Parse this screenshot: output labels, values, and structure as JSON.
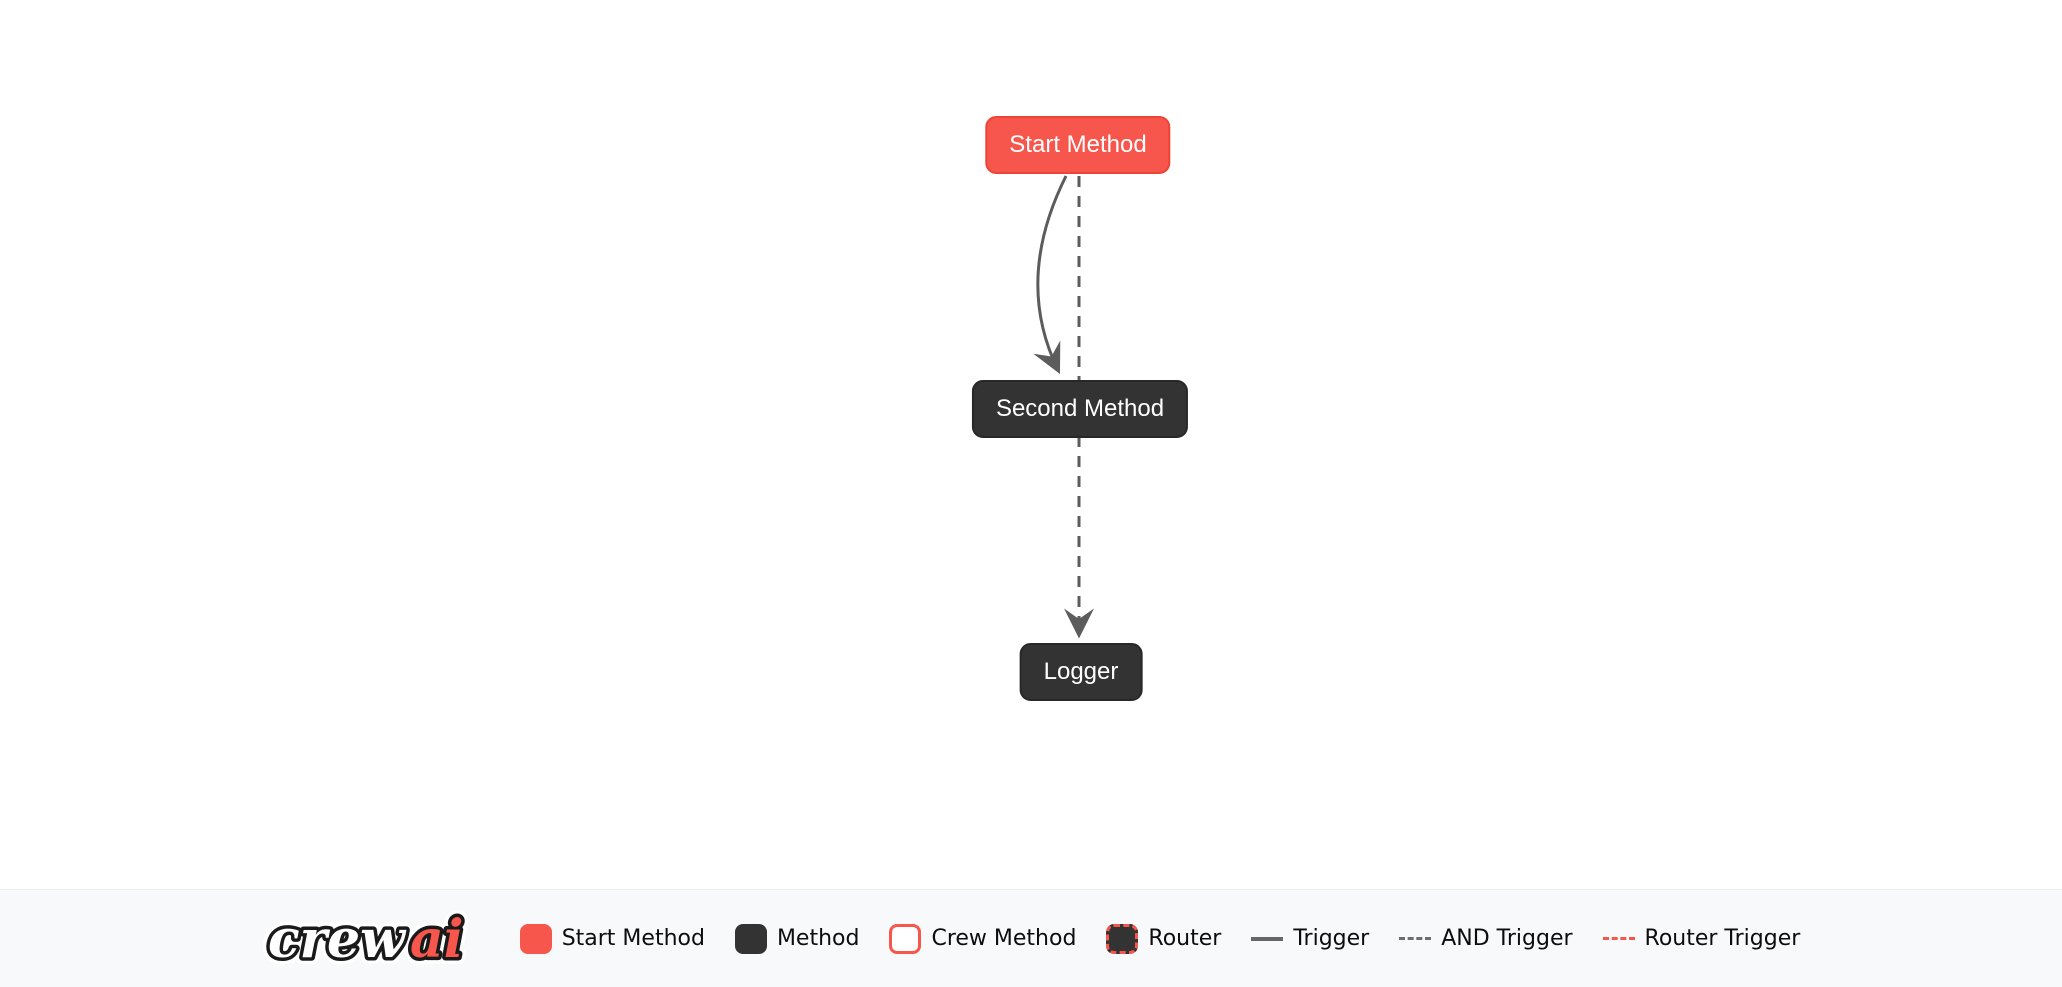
{
  "canvas": {
    "nodes": [
      {
        "id": "start",
        "label": "Start Method",
        "type": "start-method"
      },
      {
        "id": "second",
        "label": "Second Method",
        "type": "method"
      },
      {
        "id": "logger",
        "label": "Logger",
        "type": "method"
      }
    ],
    "edges": [
      {
        "from": "start",
        "to": "second",
        "type": "trigger",
        "style": "solid-curved"
      },
      {
        "from": "start",
        "to": "logger",
        "type": "and-trigger",
        "style": "dashed-straight"
      }
    ]
  },
  "footer": {
    "logo": {
      "part1": "crew",
      "part2": "ai"
    },
    "legend": [
      {
        "label": "Start Method",
        "swatch": "start-method-box"
      },
      {
        "label": "Method",
        "swatch": "method-box"
      },
      {
        "label": "Crew Method",
        "swatch": "crew-method-box"
      },
      {
        "label": "Router",
        "swatch": "router-box"
      },
      {
        "label": "Trigger",
        "swatch": "trigger-solid-line"
      },
      {
        "label": "AND Trigger",
        "swatch": "and-trigger-dashed-line"
      },
      {
        "label": "Router Trigger",
        "swatch": "router-trigger-dashed-line"
      }
    ]
  },
  "colors": {
    "start_method": "#f7564c",
    "start_method_border": "#ee4337",
    "method": "#333333",
    "edge_gray": "#5c5c5c",
    "router_trigger_red": "#f7564c",
    "footer_background": "#f8f9fa",
    "canvas_background": "#ffffff",
    "node_text": "#ffffff",
    "legend_text": "#0d0d0d"
  }
}
